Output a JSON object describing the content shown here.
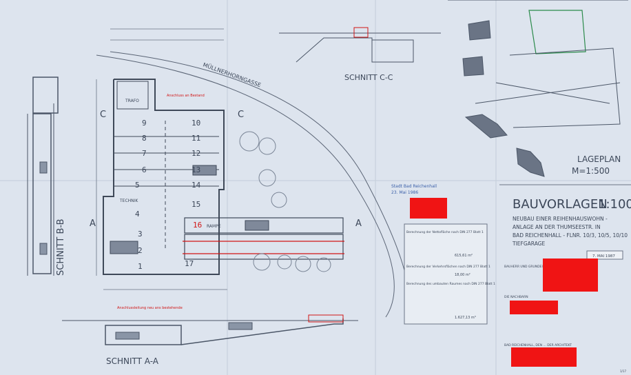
{
  "drawing": {
    "street_label": "MÜLLNERHORNGASSE",
    "section_cc": "SCHNITT C-C",
    "section_bb": "SCHNITT B-B",
    "section_aa": "SCHNITT A-A",
    "cut_marker_a": "A",
    "cut_marker_c": "C",
    "site_plan_title": "LAGEPLAN",
    "site_plan_scale": "M=1:500",
    "title_main": "BAUVORLAGEN",
    "title_scale": "1:100",
    "project_line1": "NEUBAU EINER REIHENHAUSWOHN -",
    "project_line2": "ANLAGE AN DER THUMSEESTR. IN",
    "project_line3": "BAD REICHENHALL - FLNR. 10/3, 10/5, 10/10",
    "project_line4": "TIEFGARAGE",
    "field_owner": "BAUHERR UND GRUNDEIGENTÜMER",
    "field_neighbor": "DIE NACHBARN",
    "field_architect": "BAD REICHENHALL, DEN ... DER ARCHITEKT",
    "stamp_line1": "Stadt Bad Reichenhall",
    "stamp_line2": "23. Mai 1986",
    "stamp_box": "7. MAI 1987",
    "room_trafo": "TRAFO",
    "room_technik": "TECHNIK",
    "ramp_label": "RAMPE",
    "annotation_top": "Anschluss an Bestand",
    "annotation_bottom": "Anschlussleitung neu ans bestehende",
    "parking_numbers": [
      "1",
      "2",
      "3",
      "4",
      "5",
      "6",
      "7",
      "8",
      "9",
      "10",
      "11",
      "12",
      "13",
      "14",
      "15",
      "16",
      "17"
    ],
    "calc_heading1": "Berechnung der Nettofläche nach DIN 277 Blatt 1",
    "calc_heading2": "Berechnung der Verkehrsflächen nach DIN 277 Blatt 1",
    "calc_heading3": "Berechnung des umbauten Raumes nach DIN 277 Blatt 1",
    "calc_total1": "615,61 m²",
    "calc_total2": "18,00 m²",
    "calc_total3": "1.627,13 m³",
    "page_marker": "1/17"
  },
  "colors": {
    "paper": "#dde4ee",
    "line": "#4a5566",
    "redaction": "#f01414",
    "markup": "#d11414"
  }
}
